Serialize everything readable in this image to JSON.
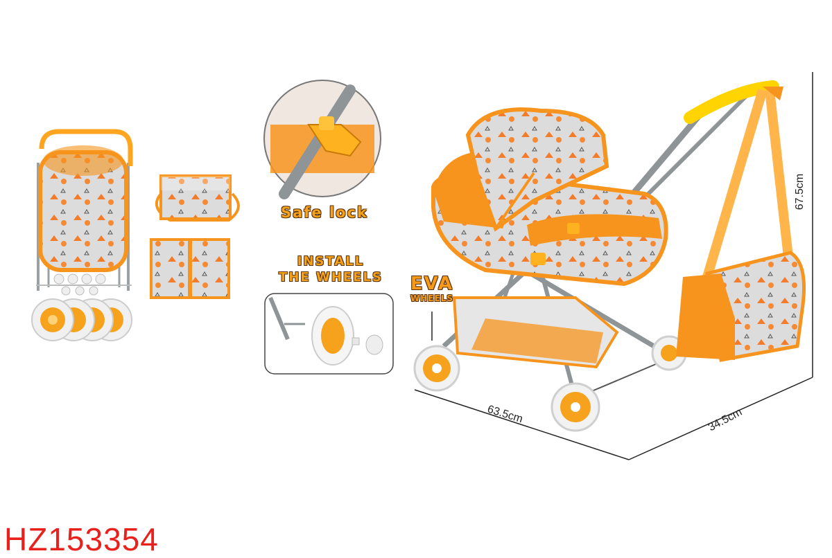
{
  "callouts": {
    "safe_lock": "Safe lock",
    "install_line1": "INSTALL",
    "install_line2": "THE WHEELS",
    "eva_line1": "EVA",
    "eva_line2": "WHEELS"
  },
  "dimensions": {
    "width": "63.5cm",
    "depth": "34.5cm",
    "height": "67.5cm"
  },
  "product_code": "HZ153354",
  "colors": {
    "orange": "#f7941d",
    "light_orange": "#ffb54a",
    "fabric_grey": "#d9d9d9",
    "frame_grey": "#8f9497",
    "code_red": "#e8211c"
  }
}
